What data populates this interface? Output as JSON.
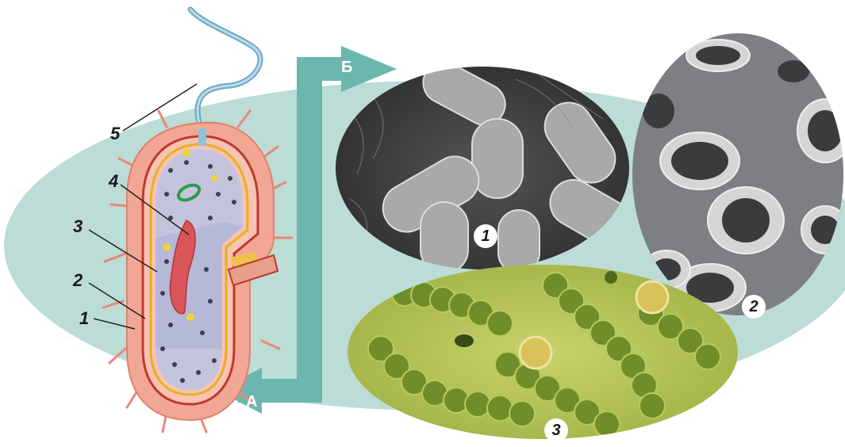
{
  "labels": {
    "part_1": "1",
    "part_2": "2",
    "part_3": "3",
    "part_4": "4",
    "part_5": "5"
  },
  "arrows": {
    "a": "А",
    "b": "Б"
  },
  "photos": {
    "photo_1": "1",
    "photo_2": "2",
    "photo_3": "3"
  },
  "colors": {
    "backdrop": "#bcdcd6",
    "arrow": "#6cb7ad",
    "wall": "#f2a795",
    "cytoplasm": "#c3c4dc",
    "nucleoid": "#d9555a",
    "flagellum": "#8cc4dc"
  }
}
